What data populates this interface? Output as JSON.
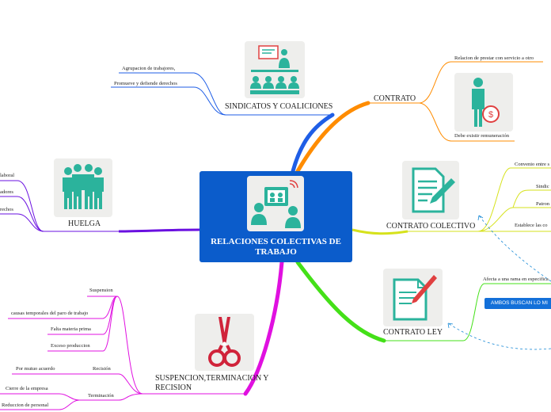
{
  "center": {
    "title": "RELACIONES COLECTIVAS DE TRABAJO"
  },
  "sindicatos": {
    "title": "SINDICATOS Y COALICIONES",
    "items": [
      "Agrupacion de trabajores,",
      "Promueve y defiende derechos"
    ]
  },
  "contrato": {
    "title": "CONTRATO",
    "items": [
      "Relacion de prestar con servicio a otro",
      "Debe existir remuneración"
    ]
  },
  "contrato_colectivo": {
    "title": "CONTRATO COLECTIVO",
    "items": [
      "Convenio entre s",
      "Sindic",
      "Patron",
      "Establece las co"
    ]
  },
  "contrato_ley": {
    "title": "CONTRATO LEY",
    "items": [
      "Afecta a una rama en especifica"
    ]
  },
  "note": {
    "text": "AMBOS BUSCAN LO MI"
  },
  "huelga": {
    "title": "HUELGA",
    "items": [
      "laboral",
      "adores",
      "rechos"
    ]
  },
  "suspension": {
    "title": "SUSPENCION,TERMINACION Y RECISION",
    "groups": [
      {
        "label": "Suspension",
        "items": [
          "causas temporales del paro de trabajo",
          "Falta materia prima",
          "Exceso produccion"
        ]
      },
      {
        "label": "Recisión",
        "items": [
          "Por mutuo acuerdo"
        ]
      },
      {
        "label": "Terminación",
        "items": [
          "Cierre de la empresa",
          "Reduccion de personal"
        ]
      }
    ]
  },
  "colors": {
    "center": "#0b5ccb",
    "sindicatos": "#1f5ee6",
    "contrato": "#ff8c00",
    "contrato_colectivo": "#d6e21b",
    "contrato_ley": "#44e018",
    "huelga": "#6a10e0",
    "suspension": "#e010e0",
    "icon_teal": "#2bb39c"
  }
}
